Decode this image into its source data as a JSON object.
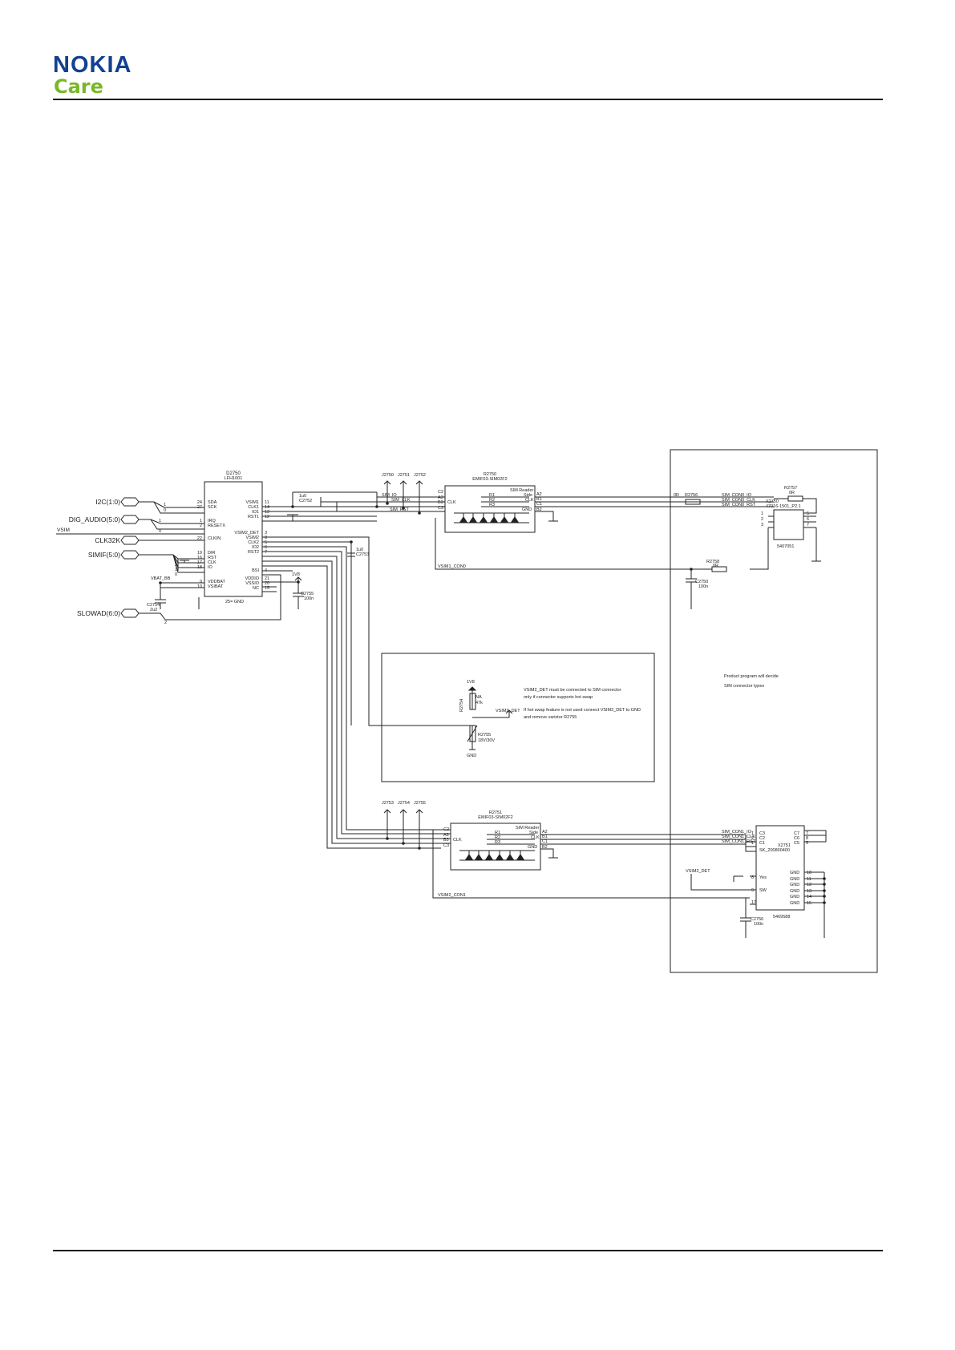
{
  "brand": {
    "name": "NOKIA",
    "tagline": "Care"
  },
  "colors": {
    "brand_blue": "#124191",
    "brand_green": "#79b829",
    "line": "#222222"
  },
  "schematic": {
    "ports": {
      "i2c": "I2C(1:0)",
      "dig_audio": "DIG_AUDIO(5:0)",
      "vsim": "VSIM",
      "clk32k": "CLK32K",
      "simif": "SIMIF(5:0)",
      "slowad": "SLOWAD(6:0)"
    },
    "bus_idx": {
      "i2c_a": "1",
      "i2c_b": "0",
      "dig_a": "1",
      "dig_b": "0",
      "sim_2": "2",
      "sim_1": "1",
      "sim_0": "0",
      "slow_2": "2"
    },
    "d2750": {
      "ref": "D2750",
      "part": "LFH1001",
      "gnd": "25= GND",
      "left_pins": [
        {
          "num": "24",
          "name": "SDA"
        },
        {
          "num": "27",
          "name": "SCK"
        },
        {
          "num": "1",
          "name": "IRQ"
        },
        {
          "num": "2",
          "name": "RESETX"
        },
        {
          "num": "22",
          "name": "CLKIN"
        },
        {
          "num": "19",
          "name": "DIR"
        },
        {
          "num": "16",
          "name": "RST"
        },
        {
          "num": "17",
          "name": "CLK"
        },
        {
          "num": "18",
          "name": "IO"
        },
        {
          "num": "9",
          "name": "VDDBAT"
        },
        {
          "num": "10",
          "name": "VSIBAT"
        }
      ],
      "right_pins": [
        {
          "num": "11",
          "name": "VSIM1"
        },
        {
          "num": "14",
          "name": "CLK1"
        },
        {
          "num": "13",
          "name": "IO1"
        },
        {
          "num": "12",
          "name": "RST1"
        },
        {
          "num": "3",
          "name": "VSIM2_DET"
        },
        {
          "num": "8",
          "name": "VSIM2"
        },
        {
          "num": "5",
          "name": "CLK2"
        },
        {
          "num": "6",
          "name": "IO2"
        },
        {
          "num": "7",
          "name": "RST2"
        },
        {
          "num": "4",
          "name": "BSI"
        },
        {
          "num": "21",
          "name": "VDDIO"
        },
        {
          "num": "20",
          "name": "VSSIO"
        },
        {
          "num": "15",
          "name": "NC"
        }
      ]
    },
    "caps": {
      "c2752": {
        "value": "1u0",
        "ref": "C2752"
      },
      "c2753": {
        "value": "1u0",
        "ref": "C2753"
      },
      "c2754": {
        "ref": "C2754",
        "value": "2u2"
      },
      "c2755": {
        "ref": "C2755",
        "value": "100n"
      },
      "c2750": {
        "ref": "C2750",
        "value": "100n"
      },
      "c2756": {
        "ref": "C2756",
        "value": "100n"
      }
    },
    "vbat_bb": "VBAT_BB",
    "v1v8": "1V8",
    "r2750": {
      "ref": "R2750",
      "part": "EMIF03-SIM02F2",
      "side1": "SIM Reader",
      "side2": "Side",
      "left": [
        "C2",
        "A3",
        "B3",
        "C3"
      ],
      "clk": "CLK",
      "right": [
        "A2",
        "B1",
        "C1",
        "B2"
      ],
      "clk_r": "CLK",
      "gnd": "GND",
      "r_labels": [
        "R1",
        "R2",
        "R3"
      ]
    },
    "r2751": {
      "ref": "R2751",
      "part": "EMIF03-SIM02F2",
      "side1": "SIM Reader",
      "side2": "Side",
      "left": [
        "C2",
        "A3",
        "B3",
        "C3"
      ],
      "clk": "CLK",
      "right": [
        "A2",
        "B1",
        "C1",
        "B2"
      ],
      "clk_r": "CLK",
      "gnd": "GND",
      "r_labels": [
        "R1",
        "R2",
        "R3"
      ]
    },
    "jumpers_top": [
      "J2750",
      "J2751",
      "J2752"
    ],
    "jumpers_bottom": [
      "J2753",
      "J2754",
      "J2755"
    ],
    "nets_top": {
      "io": "SIM_IO",
      "clk": "SIM_CLK",
      "rst": "SIM_RST"
    },
    "vsim1_con0": "VSIM1_CON0",
    "vsim2_con1": "VSIM2_CON1",
    "r2756": {
      "value": "0R",
      "ref": "R2756"
    },
    "con0_nets": {
      "io": "SIM_CON0_IO",
      "clk": "SIM_CON0_CLK",
      "rst": "SIM_CON0_RST"
    },
    "con1_nets": {
      "io": "SIM_CON1_IO",
      "clk": "SIM_CON1_CLK",
      "rst": "SIM_CON1_RST"
    },
    "r2757": {
      "ref": "R2757",
      "value": "0R"
    },
    "r2758": {
      "ref": "R2758",
      "value": "0R"
    },
    "x2750": {
      "ref": "X2750",
      "part": "47016-1501_P2.1",
      "code": "5407051",
      "pins_left": [
        "1",
        "2",
        "3"
      ],
      "pins_right": [
        "5",
        "6",
        "7"
      ]
    },
    "x2751": {
      "ref": "X2751",
      "part": "SK_200800400",
      "code": "5469588",
      "rows": [
        {
          "num": "1",
          "name": "C3",
          "rnum": "7",
          "rname": "C7"
        },
        {
          "num": "2",
          "name": "C2",
          "rnum": "8",
          "rname": "C6"
        },
        {
          "num": "1",
          "name": "C1",
          "rnum": "5",
          "rname": "C5"
        }
      ],
      "ydet_num": "8",
      "ydet": "Yes",
      "sw_num": "9",
      "sw": "SW",
      "vsim_num": "17",
      "gnd_pins": [
        "10",
        "11",
        "12",
        "13",
        "14",
        "15"
      ],
      "gnd": "GND"
    },
    "vsim2_det": "VSIM2_DET",
    "note_box": {
      "rail": "1V8",
      "r2754_ref": "R2754",
      "r2754_val1": "NA",
      "r2754_val2": "47k",
      "net": "VSIM2_DET",
      "line1": "VSIM2_DET must be connected to SIM connector",
      "line2": "only if connector supports hot swap",
      "line3": "If hot swap feature is not used connect VSIM2_DET to GND",
      "line4": "and remove varistor R2755",
      "r2755_ref": "R2755",
      "r2755_val": "18V/30V",
      "gnd": "GND"
    },
    "program_note": {
      "line1": "Product program will decide",
      "line2": "SIM connector types"
    }
  }
}
